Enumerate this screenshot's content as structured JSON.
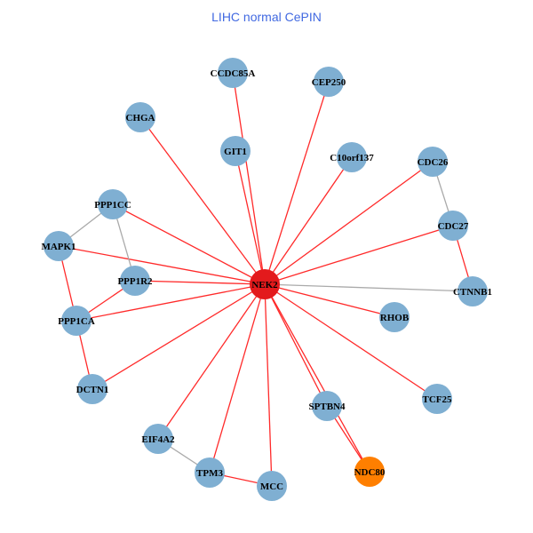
{
  "title": "LIHC normal CePIN",
  "colors": {
    "title": "#4169e1",
    "hub": "#e31a1c",
    "node": "#7fafd2",
    "highlight": "#ff7f00",
    "edge_red": "#ff2a2a",
    "edge_gray": "#aaaaaa"
  },
  "nodes": [
    {
      "id": "NEK2",
      "type": "hub"
    },
    {
      "id": "CCDC85A",
      "type": "node"
    },
    {
      "id": "CEP250",
      "type": "node"
    },
    {
      "id": "CHGA",
      "type": "node"
    },
    {
      "id": "GIT1",
      "type": "node"
    },
    {
      "id": "C10orf137",
      "type": "node"
    },
    {
      "id": "CDC26",
      "type": "node"
    },
    {
      "id": "PPP1CC",
      "type": "node"
    },
    {
      "id": "CDC27",
      "type": "node"
    },
    {
      "id": "MAPK1",
      "type": "node"
    },
    {
      "id": "PPP1R2",
      "type": "node"
    },
    {
      "id": "CTNNB1",
      "type": "node"
    },
    {
      "id": "PPP1CA",
      "type": "node"
    },
    {
      "id": "RHOB",
      "type": "node"
    },
    {
      "id": "DCTN1",
      "type": "node"
    },
    {
      "id": "TCF25",
      "type": "node"
    },
    {
      "id": "SPTBN4",
      "type": "node"
    },
    {
      "id": "EIF4A2",
      "type": "node"
    },
    {
      "id": "TPM3",
      "type": "node"
    },
    {
      "id": "MCC",
      "type": "node"
    },
    {
      "id": "NDC80",
      "type": "highlight"
    }
  ],
  "edges": [
    [
      "NEK2",
      "CCDC85A",
      "red"
    ],
    [
      "NEK2",
      "CEP250",
      "red"
    ],
    [
      "NEK2",
      "CHGA",
      "red"
    ],
    [
      "NEK2",
      "GIT1",
      "red"
    ],
    [
      "NEK2",
      "C10orf137",
      "red"
    ],
    [
      "NEK2",
      "CDC26",
      "red"
    ],
    [
      "NEK2",
      "CDC27",
      "red"
    ],
    [
      "NEK2",
      "PPP1CC",
      "red"
    ],
    [
      "NEK2",
      "MAPK1",
      "red"
    ],
    [
      "NEK2",
      "PPP1R2",
      "red"
    ],
    [
      "NEK2",
      "PPP1CA",
      "red"
    ],
    [
      "NEK2",
      "RHOB",
      "red"
    ],
    [
      "NEK2",
      "DCTN1",
      "red"
    ],
    [
      "NEK2",
      "TCF25",
      "red"
    ],
    [
      "NEK2",
      "SPTBN4",
      "red"
    ],
    [
      "NEK2",
      "NDC80",
      "red"
    ],
    [
      "NEK2",
      "EIF4A2",
      "red"
    ],
    [
      "NEK2",
      "TPM3",
      "red"
    ],
    [
      "NEK2",
      "MCC",
      "red"
    ],
    [
      "NEK2",
      "CTNNB1",
      "gray"
    ],
    [
      "PPP1CC",
      "MAPK1",
      "gray"
    ],
    [
      "PPP1CC",
      "PPP1R2",
      "gray"
    ],
    [
      "MAPK1",
      "PPP1CA",
      "red"
    ],
    [
      "PPP1R2",
      "PPP1CA",
      "red"
    ],
    [
      "PPP1CA",
      "DCTN1",
      "red"
    ],
    [
      "CDC26",
      "CDC27",
      "gray"
    ],
    [
      "CDC27",
      "CTNNB1",
      "red"
    ],
    [
      "EIF4A2",
      "TPM3",
      "gray"
    ],
    [
      "TPM3",
      "MCC",
      "red"
    ],
    [
      "SPTBN4",
      "NDC80",
      "red"
    ]
  ]
}
